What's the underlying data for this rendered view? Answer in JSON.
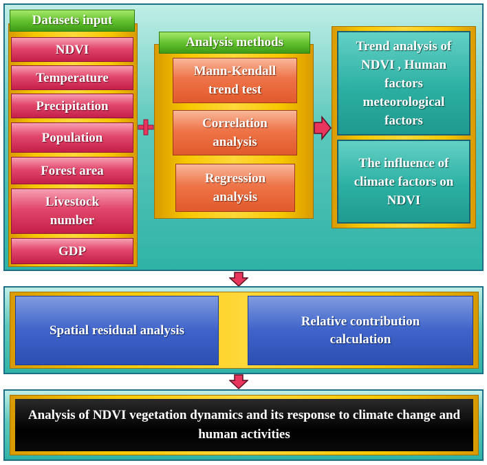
{
  "datasets": {
    "title": "Datasets input",
    "items": [
      "NDVI",
      "Temperature",
      "Precipitation",
      "Population",
      "Forest area",
      "Livestock number",
      "GDP"
    ]
  },
  "methods": {
    "title": "Analysis methods",
    "items": [
      "Mann-Kendall trend test",
      "Correlation analysis",
      "Regression analysis"
    ]
  },
  "results": {
    "items": [
      "Trend analysis of NDVI , Human factors meteorological factors",
      "The influence of climate factors on NDVI"
    ]
  },
  "middle": {
    "items": [
      "Spatial residual analysis",
      "Relative contribution calculation"
    ]
  },
  "final": {
    "text": "Analysis of NDVI vegetation dynamics and its response to climate change and human activities"
  },
  "colors": {
    "teal": "#2fb3a6",
    "gold": "#f6c700",
    "green": "#5fbf2a",
    "pink": "#e2476c",
    "orange": "#ee7448",
    "blue": "#3f63c9",
    "arrow": "#e8355e"
  }
}
